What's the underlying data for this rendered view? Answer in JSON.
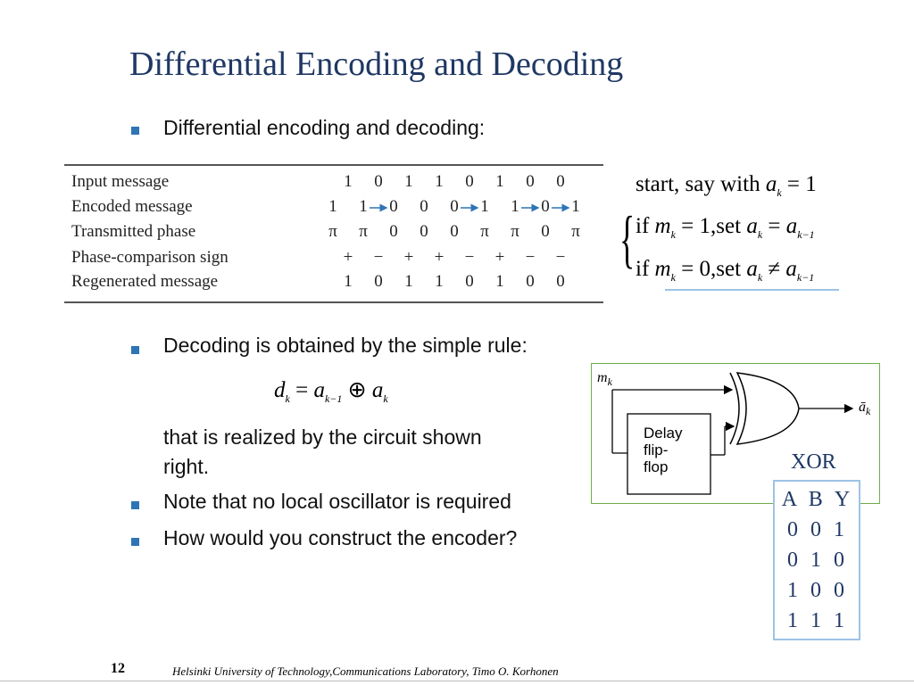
{
  "slide": {
    "title": "Differential Encoding and Decoding",
    "bullets": [
      "Differential encoding and decoding:",
      "Decoding is obtained by the simple rule:",
      "Note that no local oscillator is required",
      "How would you construct the encoder?"
    ],
    "circuit_text": [
      "that is realized by the circuit shown",
      "right."
    ],
    "page_number": "12",
    "footer": "Helsinki University of Technology,Communications Laboratory, Timo O. Korhonen"
  },
  "table": {
    "rows": [
      {
        "label": "Input message",
        "cells": [
          "1",
          "0",
          "1",
          "1",
          "0",
          "1",
          "0",
          "0"
        ]
      },
      {
        "label": "Encoded message",
        "cells": [
          "1",
          "1",
          "0",
          "0",
          "0",
          "1",
          "1",
          "0",
          "1"
        ]
      },
      {
        "label": "Transmitted phase",
        "cells": [
          "π",
          "π",
          "0",
          "0",
          "0",
          "π",
          "π",
          "0",
          "π"
        ]
      },
      {
        "label": "Phase-comparison sign",
        "cells": [
          "+",
          "−",
          "+",
          "+",
          "−",
          "+",
          "−",
          "−"
        ]
      },
      {
        "label": "Regenerated message",
        "cells": [
          "1",
          "0",
          "1",
          "1",
          "0",
          "1",
          "0",
          "0"
        ]
      }
    ]
  },
  "equations": {
    "start": "start, say with",
    "a": "a",
    "k": "k",
    "km1": "k−1",
    "eq1": "= 1",
    "if": "if",
    "m": "m",
    "set": "set",
    "rule1": "= 1,",
    "rule2": "= 0,",
    "eq": "=",
    "neq": "≠",
    "d": "d",
    "xor": "⊕"
  },
  "circuit": {
    "input_label": "m",
    "input_sub": "k",
    "output_label": "ā",
    "output_sub": "k",
    "delay": [
      "Delay",
      "flip-",
      "flop"
    ]
  },
  "xor_table": {
    "title": "XOR",
    "header": "A B Y",
    "rows": [
      "0 0 1",
      "0 1 0",
      "1 0 0",
      "1 1 1"
    ]
  },
  "colors": {
    "title": "#1f3864",
    "bullet": "#2e75b6",
    "arrow": "#2e75b6",
    "circuit_frame": "#70ad47",
    "xor_frame": "#9dc3e6"
  }
}
